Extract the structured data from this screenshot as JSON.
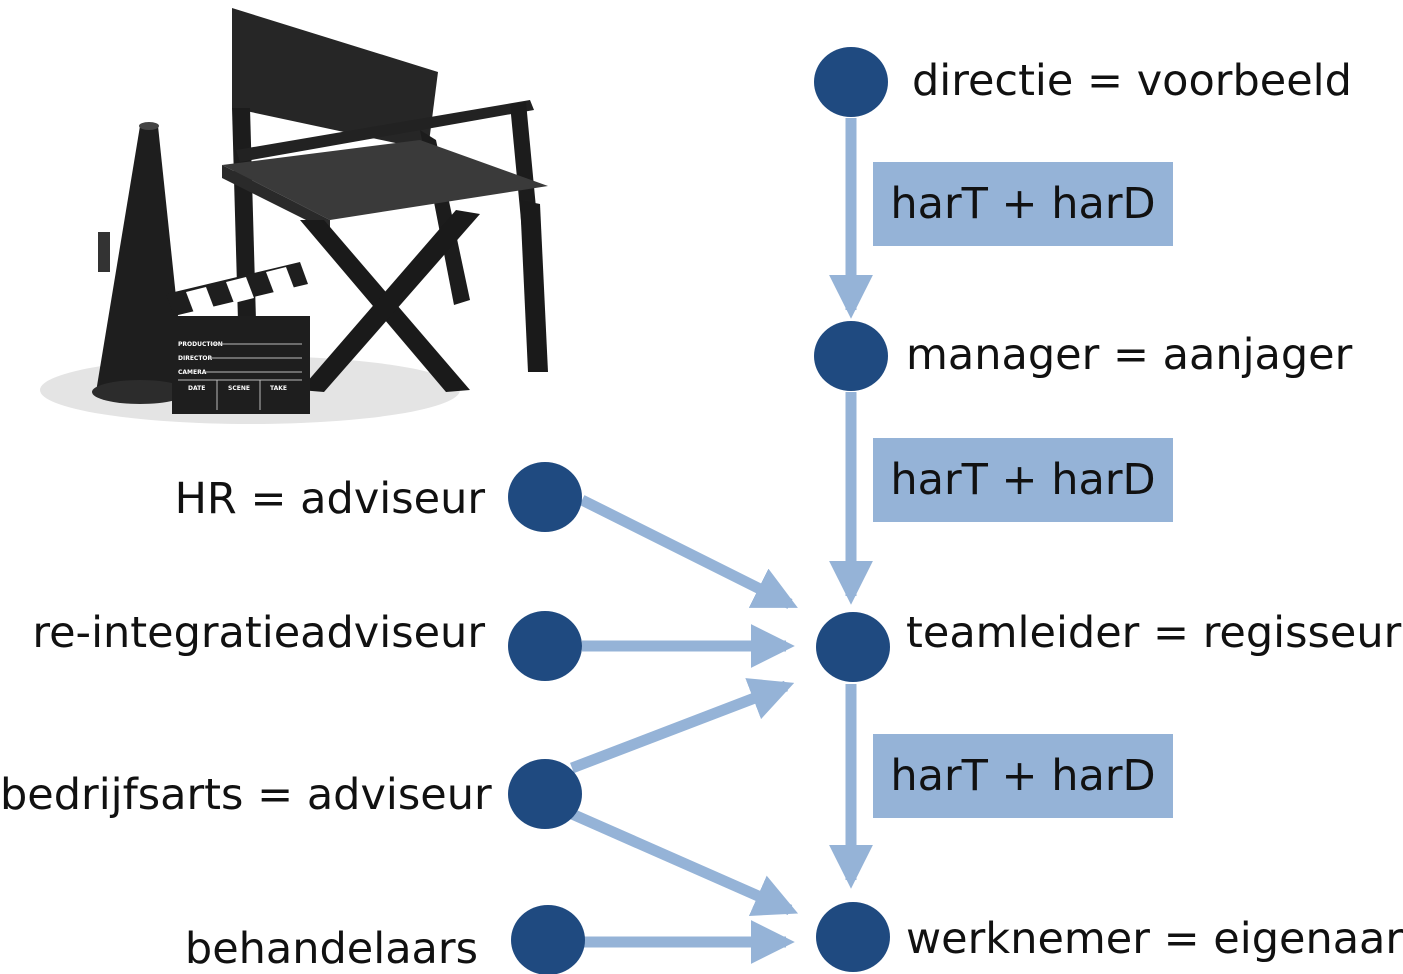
{
  "colors": {
    "node": "#1f4a80",
    "arrow": "#95b3d7",
    "box": "#95b3d7",
    "text": "#111111"
  },
  "illustration": {
    "subject": "director chair with megaphone and clapperboard",
    "clapperboard_text": [
      "PRODUCTION",
      "DIRECTOR",
      "CAMERA",
      "DATE",
      "SCENE",
      "TAKE"
    ]
  },
  "roles": {
    "directie": "directie = voorbeeld",
    "manager": "manager  = aanjager",
    "teamleider": "teamleider  = regisseur",
    "werknemer": "werknemer = eigenaar",
    "hr": "HR = adviseur",
    "reintegratie": "re-integratieadviseur",
    "bedrijfsarts": "bedrijfsarts = adviseur",
    "behandelaars": "behandelaars"
  },
  "flow_boxes": [
    "harT + harD",
    "harT + harD",
    "harT + harD"
  ]
}
